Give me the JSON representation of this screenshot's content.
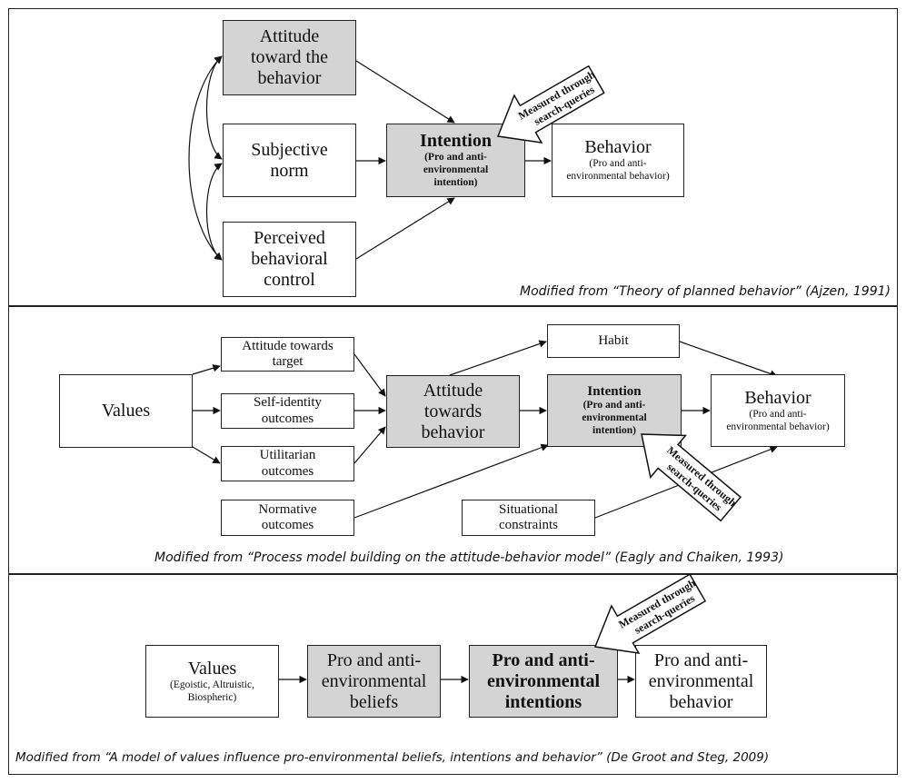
{
  "panel1": {
    "attitude": "Attitude\ntoward the\nbehavior",
    "subjective_norm": "Subjective\nnorm",
    "perceived_control": "Perceived\nbehavioral\ncontrol",
    "intention_title": "Intention",
    "intention_sub": "(Pro and anti-\nenvironmental\nintention)",
    "behavior_title": "Behavior",
    "behavior_sub": "(Pro and anti-\nenvironmental behavior)",
    "callout": [
      "Measured through",
      "search-queries"
    ],
    "caption": "Modified from “Theory of planned behavior” (Ajzen, 1991)"
  },
  "panel2": {
    "values": "Values",
    "attitude_target": "Attitude towards\ntarget",
    "self_identity": "Self-identity\noutcomes",
    "utilitarian": "Utilitarian\noutcomes",
    "normative": "Normative\noutcomes",
    "attitude_behavior": "Attitude\ntowards\nbehavior",
    "habit": "Habit",
    "intention_title": "Intention",
    "intention_sub": "(Pro and anti-\nenvironmental\nintention)",
    "behavior_title": "Behavior",
    "behavior_sub": "(Pro and anti-\nenvironmental behavior)",
    "situational": "Situational\nconstraints",
    "callout": [
      "Measured through",
      "search-queries"
    ],
    "caption": "Modified from “Process model building on the attitude-behavior model” (Eagly and Chaiken, 1993)"
  },
  "panel3": {
    "values_title": "Values",
    "values_sub": "(Egoistic, Altruistic,\nBiospheric)",
    "beliefs": "Pro and anti-\nenvironmental\nbeliefs",
    "intentions": "Pro and anti-\nenvironmental\nintentions",
    "behavior": "Pro and anti-\nenvironmental\nbehavior",
    "callout": [
      "Measured through",
      "search-queries"
    ],
    "caption": "Modified  from “A model of values influence pro-environmental beliefs, intentions and behavior” (De Groot and Steg, 2009)"
  }
}
